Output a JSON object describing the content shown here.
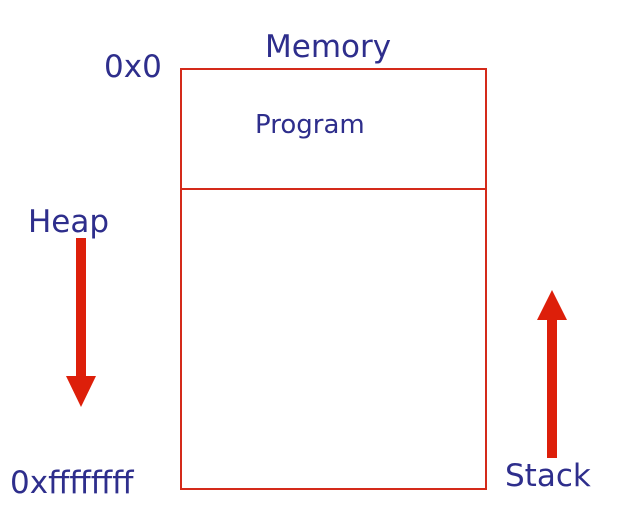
{
  "diagram": {
    "title": "Memory",
    "address_start": "0x0",
    "address_end": "0xffffffff",
    "program_label": "Program",
    "heap_label": "Heap",
    "stack_label": "Stack",
    "colors": {
      "text": "#2e2e8c",
      "outline": "#d42a1a",
      "arrow": "#dd1f0a"
    },
    "heap_arrow_direction": "down",
    "stack_arrow_direction": "up"
  }
}
